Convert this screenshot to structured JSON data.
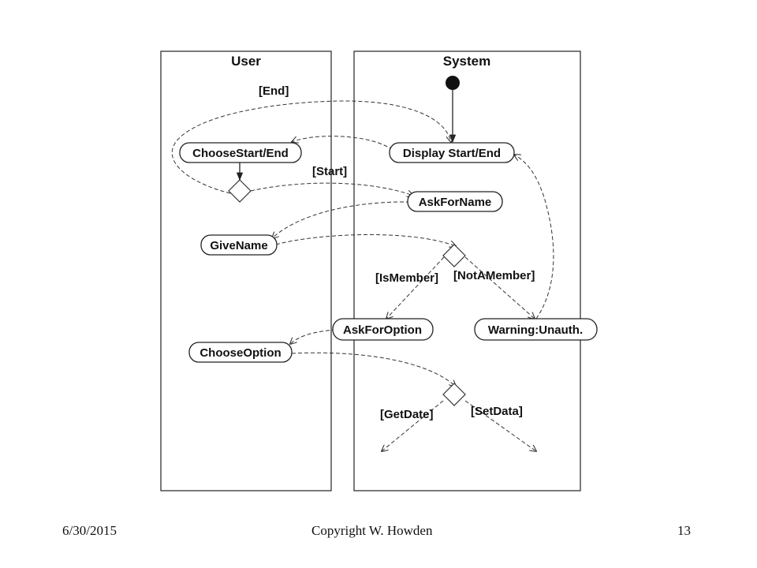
{
  "lanes": {
    "user": "User",
    "system": "System"
  },
  "nodes": {
    "choose_start_end": "ChooseStart/End",
    "display_start_end": "Display Start/End",
    "ask_for_name": "AskForName",
    "give_name": "GiveName",
    "ask_for_option": "AskForOption",
    "warning_unauth": "Warning:Unauth.",
    "choose_option": "ChooseOption"
  },
  "guards": {
    "end": "[End]",
    "start": "[Start]",
    "is_member": "[IsMember]",
    "not_a_member": "[NotAMember]",
    "get_date": "[GetDate]",
    "set_data": "[SetData]"
  },
  "footer": {
    "date": "6/30/2015",
    "copyright": "Copyright W. Howden",
    "page": "13"
  }
}
